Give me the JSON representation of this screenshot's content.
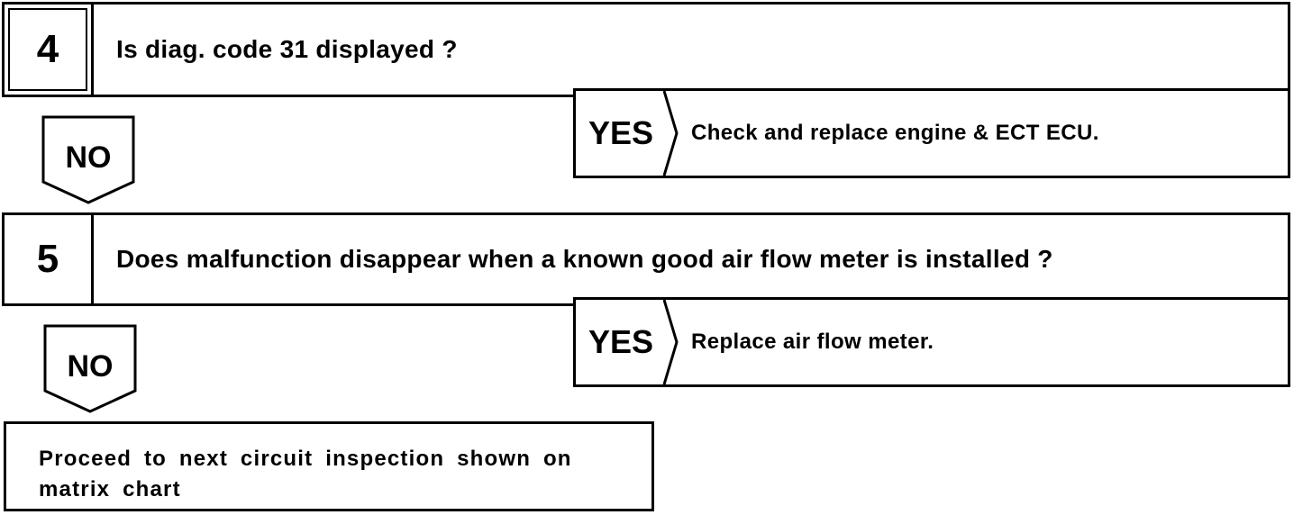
{
  "steps": [
    {
      "number": "4",
      "question": "Is diag. code 31 displayed ?",
      "yes_label": "YES",
      "yes_action": "Check and replace engine & ECT ECU.",
      "no_label": "NO"
    },
    {
      "number": "5",
      "question": "Does malfunction disappear when a known good air flow meter is installed ?",
      "yes_label": "YES",
      "yes_action": "Replace air flow meter.",
      "no_label": "NO"
    }
  ],
  "final_action": "Proceed to next circuit inspection shown on matrix chart"
}
